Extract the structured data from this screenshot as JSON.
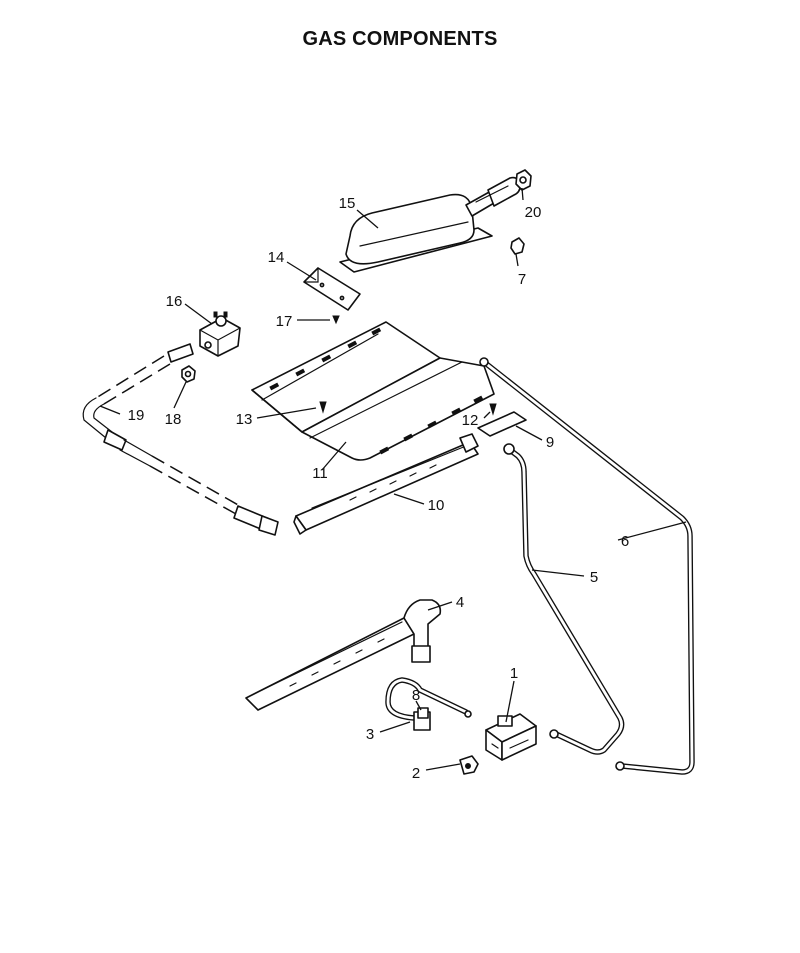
{
  "title": "GAS COMPONENTS",
  "callouts": {
    "c1": "1",
    "c2": "2",
    "c3": "3",
    "c4": "4",
    "c5": "5",
    "c6": "6",
    "c7": "7",
    "c8": "8",
    "c9": "9",
    "c10": "10",
    "c11": "11",
    "c12": "12",
    "c13": "13",
    "c14": "14",
    "c15": "15",
    "c16": "16",
    "c17": "17",
    "c18": "18",
    "c19": "19",
    "c20": "20"
  }
}
